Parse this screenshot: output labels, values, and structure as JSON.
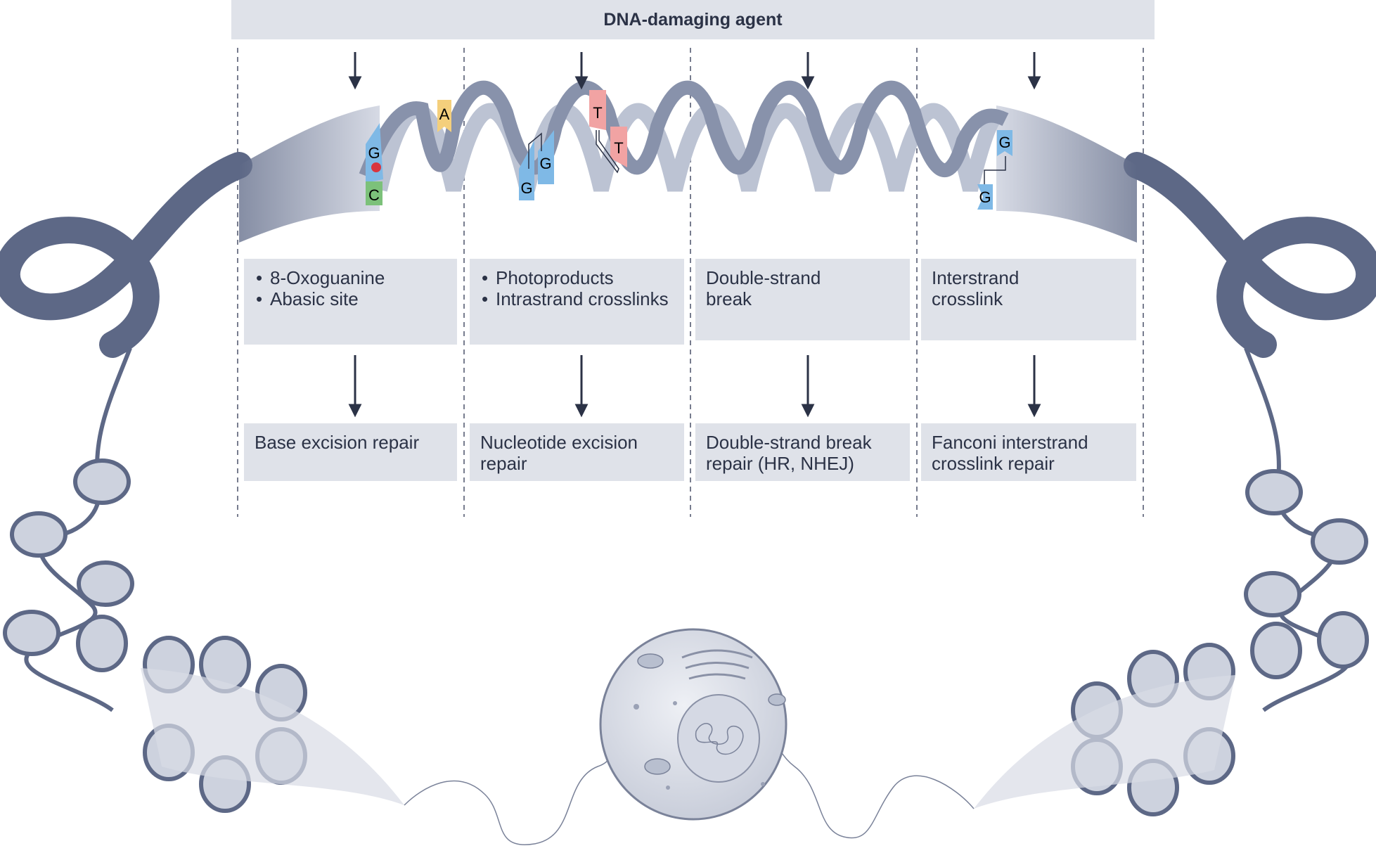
{
  "header": {
    "title": "DNA-damaging agent"
  },
  "columns": [
    {
      "damage_items": [
        "8-Oxoguanine",
        "Abasic site"
      ],
      "repair": "Base excision repair"
    },
    {
      "damage_items": [
        "Photoproducts",
        "Intrastrand crosslinks"
      ],
      "repair": "Nucleotide excision repair"
    },
    {
      "damage_text": "Double-strand break",
      "repair": "Double-strand break repair (HR, NHEJ)"
    },
    {
      "damage_text": "Interstrand crosslink",
      "repair": "Fanconi interstrand crosslink repair"
    }
  ],
  "bases": {
    "oxo_g": "G",
    "oxo_c": "C",
    "abasic_a": "A",
    "intra_g1": "G",
    "intra_g2": "G",
    "photo_t1": "T",
    "photo_t2": "T",
    "inter_g1": "G",
    "inter_g2": "G"
  },
  "colors": {
    "strand_dark": "#8892ab",
    "strand_light": "#bcc3d3",
    "chromatin": "#5d6886",
    "box_fill": "#dfe2e9",
    "text": "#2b3246",
    "guanine": "#7fb9e6",
    "cytosine": "#7cc17a",
    "adenine": "#f4cf7c",
    "thymine": "#f1a3a3",
    "lesion": "#d8353f"
  }
}
